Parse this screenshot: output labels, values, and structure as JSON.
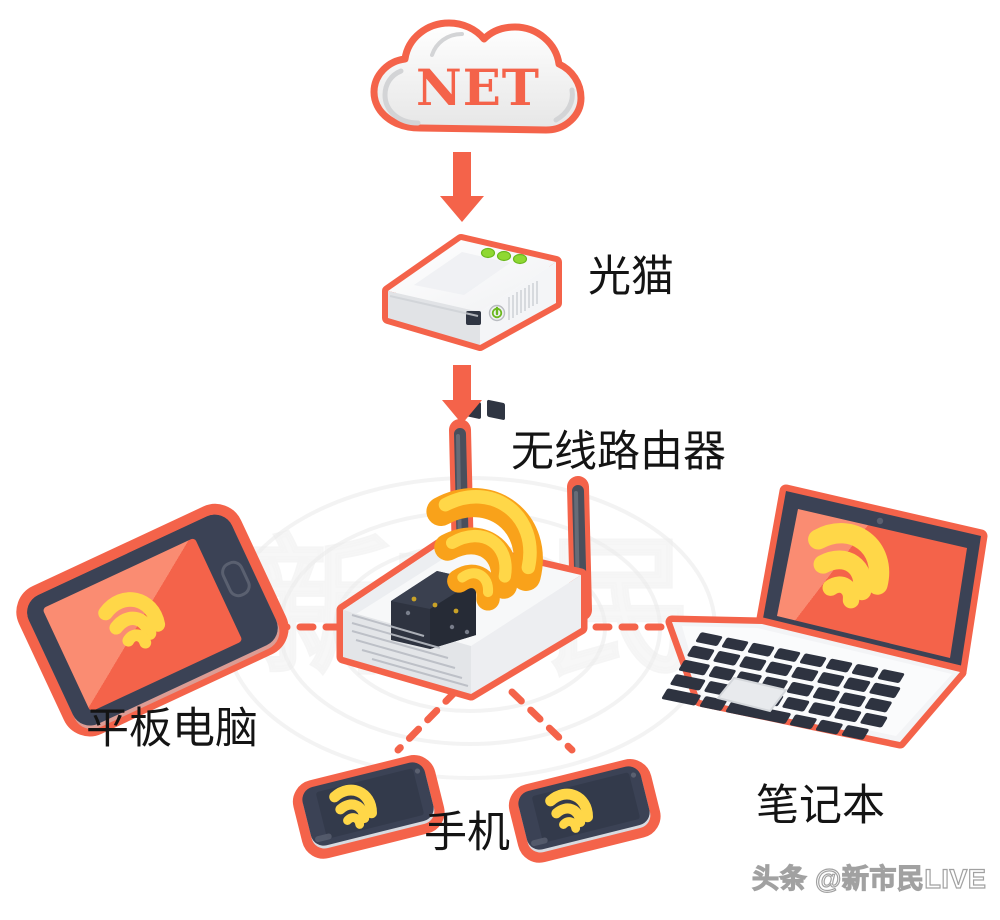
{
  "diagram": {
    "title_text_in_cloud": "NET",
    "background_color": "#ffffff",
    "accent_color": "#F4634A",
    "wifi_outer_color": "#F9A21A",
    "wifi_inner_color": "#FFD748",
    "device_dark_color": "#3B4255",
    "screen_red_color": "#F4634A",
    "led_green_color": "#7DD02A"
  },
  "nodes": {
    "cloud": {
      "name": "internet-cloud",
      "label": "NET"
    },
    "modem": {
      "name": "optical-modem",
      "label": "光猫",
      "led_count": 3
    },
    "router": {
      "name": "wireless-router",
      "label": "无线路由器",
      "antenna_count": 2
    },
    "tablet": {
      "name": "tablet",
      "label": "平板电脑"
    },
    "laptop": {
      "name": "laptop",
      "label": "笔记本"
    },
    "phones": {
      "name": "smartphones",
      "label": "手机",
      "count": 2
    }
  },
  "connections": [
    {
      "from": "cloud",
      "to": "modem",
      "style": "arrow"
    },
    {
      "from": "modem",
      "to": "router",
      "style": "arrow"
    },
    {
      "from": "router",
      "to": "tablet",
      "style": "dashed"
    },
    {
      "from": "router",
      "to": "laptop",
      "style": "dashed"
    },
    {
      "from": "router",
      "to": "phone-left",
      "style": "dashed"
    },
    {
      "from": "router",
      "to": "phone-right",
      "style": "dashed"
    }
  ],
  "watermark": {
    "text": "头条 @新市民LIVE"
  }
}
